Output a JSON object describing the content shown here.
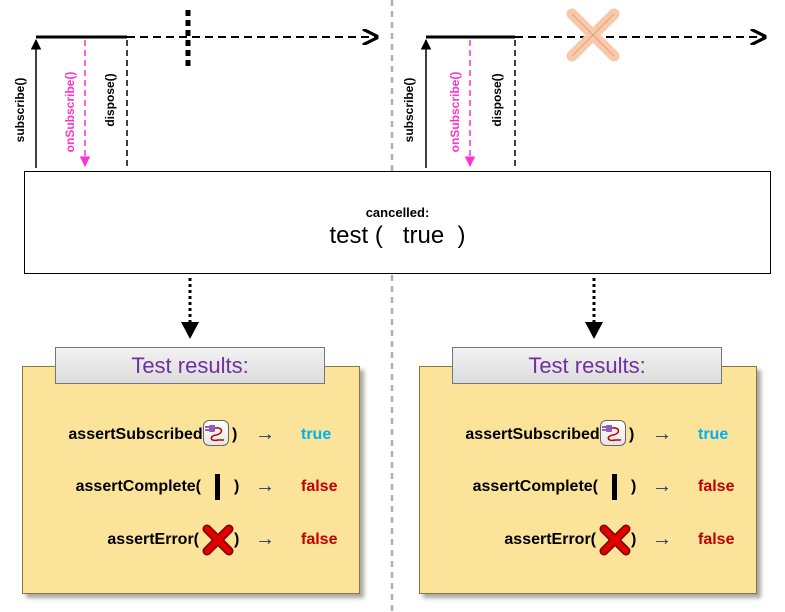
{
  "timelines": {
    "left": {
      "labels": {
        "subscribe": "subscribe()",
        "on_subscribe": "onSubscribe()",
        "dispose": "dispose()"
      }
    },
    "right": {
      "labels": {
        "subscribe": "subscribe()",
        "on_subscribe": "onSubscribe()",
        "dispose": "dispose()"
      }
    }
  },
  "test_box": {
    "cancelled_label": "cancelled:",
    "call": "test (   true  )"
  },
  "panels": [
    {
      "title": "Test results:",
      "rows": [
        {
          "fn": "assertSubscribed(",
          "icon": "subscribe-plug-icon",
          "close": ")",
          "value": "true"
        },
        {
          "fn": "assertComplete(",
          "icon": "complete-bar-icon",
          "close": ")",
          "value": "false"
        },
        {
          "fn": "assertError(",
          "icon": "error-x-icon",
          "close": ")",
          "value": "false"
        }
      ]
    },
    {
      "title": "Test results:",
      "rows": [
        {
          "fn": "assertSubscribed(",
          "icon": "subscribe-plug-icon",
          "close": ")",
          "value": "true"
        },
        {
          "fn": "assertComplete(",
          "icon": "complete-bar-icon",
          "close": ")",
          "value": "false"
        },
        {
          "fn": "assertError(",
          "icon": "error-x-icon",
          "close": ")",
          "value": "false"
        }
      ]
    }
  ],
  "colors": {
    "on_subscribe": "#ff33cc",
    "dispose_loop": "#c00000",
    "true_value": "#00b0f0",
    "false_value": "#c00000",
    "panel_title_text": "#7030a0",
    "panel_background": "#fbe49a",
    "cancel_cross": "#f8c8a8"
  }
}
